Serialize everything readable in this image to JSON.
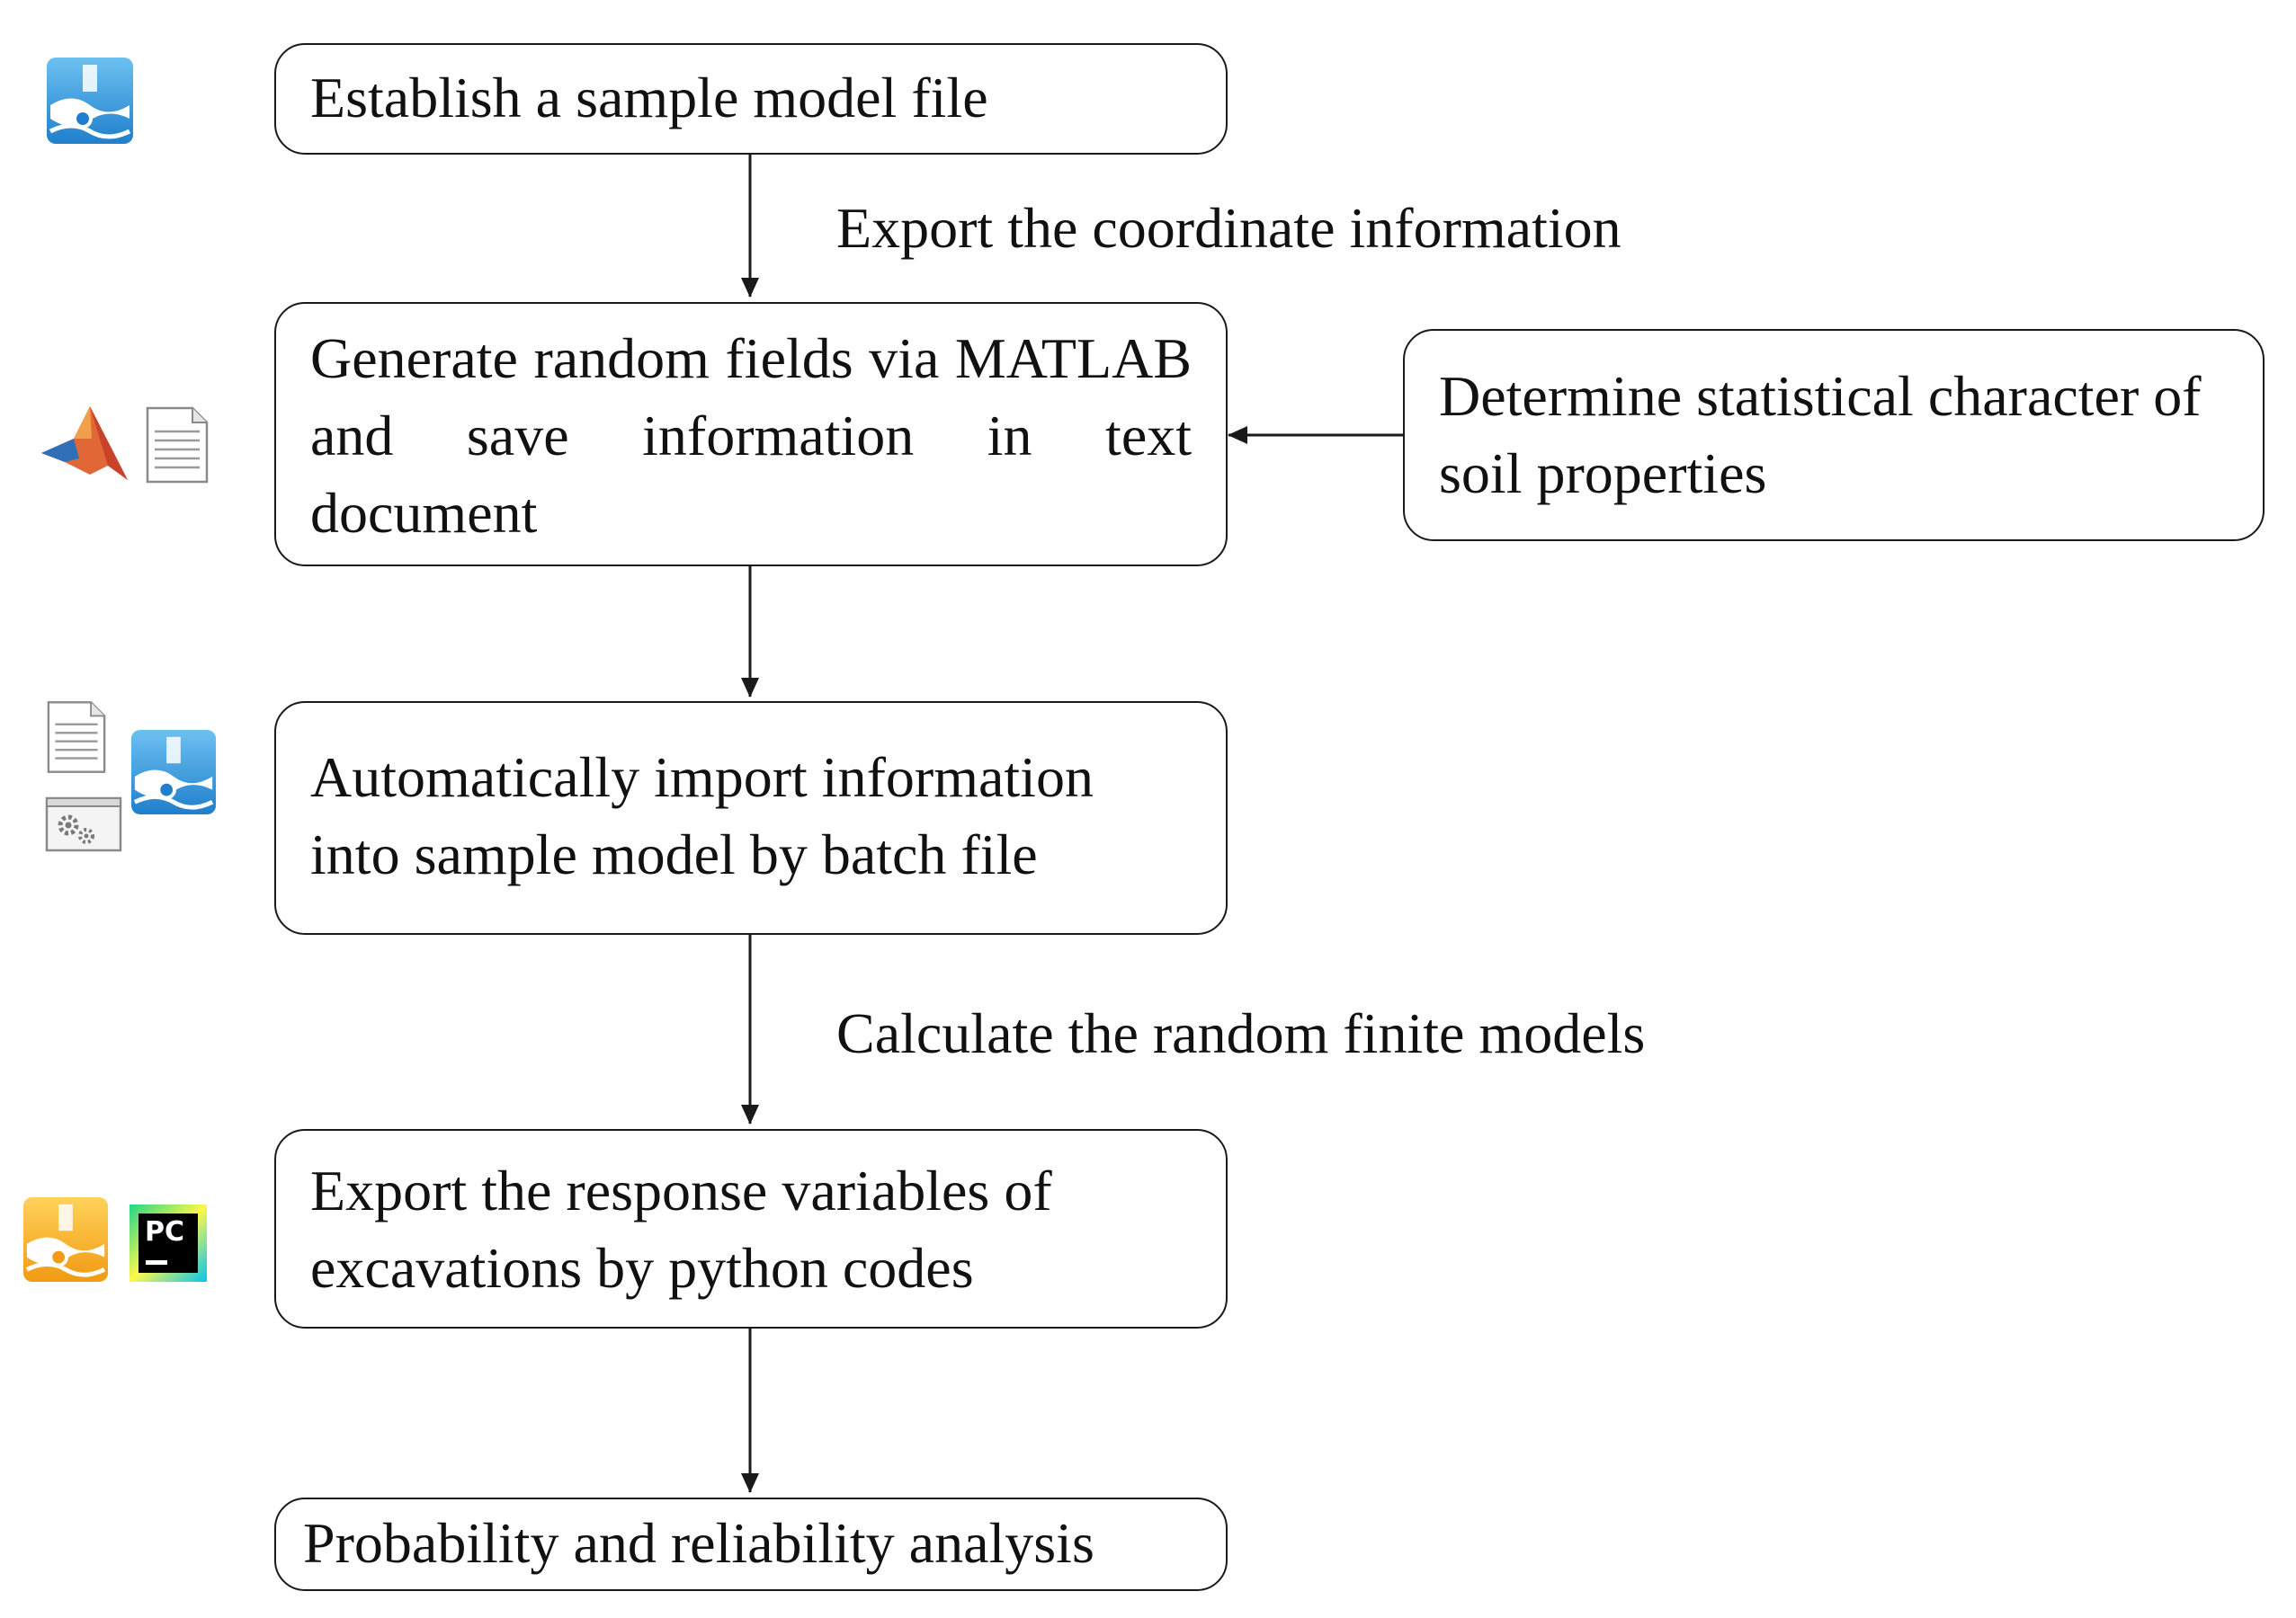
{
  "steps": {
    "establish": "Establish a sample model file",
    "generate": "Generate random fields via MATLAB and save information in text document",
    "determine": "Determine statistical character of soil properties",
    "import": "Automatically import information into sample model by batch file",
    "export_response": "Export the response variables of excavations by python codes",
    "analysis": "Probability and reliability analysis"
  },
  "edge_labels": {
    "export_coords": "Export the coordinate information",
    "calculate": "Calculate the random finite models"
  },
  "icons": {
    "row1": [
      "plaxis-input-icon"
    ],
    "row2": [
      "matlab-icon",
      "text-document-icon"
    ],
    "row3": [
      "text-document-icon",
      "batch-file-icon",
      "plaxis-input-icon"
    ],
    "row4": [
      "plaxis-output-icon",
      "pycharm-icon"
    ]
  },
  "icon_labels": {
    "pycharm": "PC"
  },
  "colors": {
    "stroke": "#1a1a1a",
    "plaxis_blue": "#2f8fd6",
    "plaxis_orange": "#f2a81d",
    "pycharm_green": "#21d789"
  }
}
